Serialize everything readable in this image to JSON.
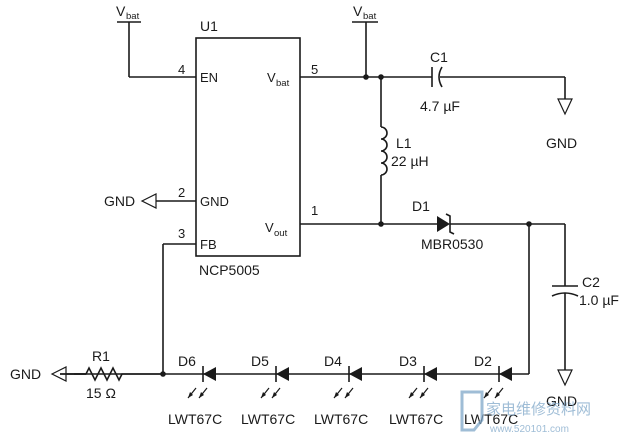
{
  "supply": {
    "label": "V",
    "sub": "bat"
  },
  "ground": {
    "label": "GND"
  },
  "ic": {
    "refdes": "U1",
    "part": "NCP5005",
    "pins": {
      "en": {
        "num": "4",
        "name": "EN"
      },
      "gnd": {
        "num": "2",
        "name": "GND"
      },
      "fb": {
        "num": "3",
        "name": "FB"
      },
      "vbat": {
        "num": "5",
        "name": "V",
        "sub": "bat"
      },
      "vout": {
        "num": "1",
        "name": "V",
        "sub": "out"
      }
    }
  },
  "c1": {
    "refdes": "C1",
    "value": "4.7 µF"
  },
  "l1": {
    "refdes": "L1",
    "value": "22 µH"
  },
  "d1": {
    "refdes": "D1",
    "part": "MBR0530"
  },
  "c2": {
    "refdes": "C2",
    "value": "1.0 µF"
  },
  "r1": {
    "refdes": "R1",
    "value": "15 Ω"
  },
  "leds": [
    {
      "refdes": "D6",
      "part": "LWT67C"
    },
    {
      "refdes": "D5",
      "part": "LWT67C"
    },
    {
      "refdes": "D4",
      "part": "LWT67C"
    },
    {
      "refdes": "D3",
      "part": "LWT67C"
    },
    {
      "refdes": "D2",
      "part": "LWT67C"
    }
  ],
  "watermark": {
    "text": "家电维修资料网",
    "url": "www.520101.com"
  },
  "colors": {
    "ink": "#1a1a1a",
    "watermark": "#7fa7c9"
  }
}
